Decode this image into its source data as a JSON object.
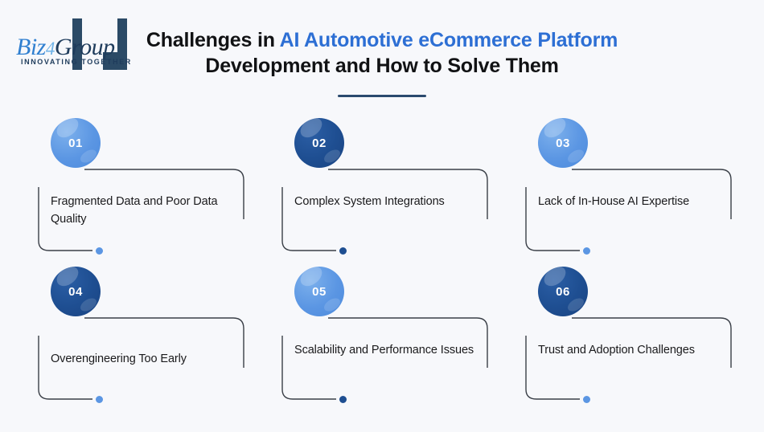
{
  "background_color": "#f7f8fb",
  "brand": {
    "logo_text_part1": "Biz",
    "logo_text_part2": "4",
    "logo_text_part3": "Group",
    "tagline": "INNOVATING TOGETHER",
    "mark_color": "#2b4a66",
    "biz_color": "#2f7fd0",
    "four_color": "#6fb3e8",
    "group_color": "#1f3c5c"
  },
  "header": {
    "title_line1_prefix": "Challenges in ",
    "title_line1_accent": "AI Automotive eCommerce Platform",
    "title_line2": "Development and How to Solve Them",
    "accent_color": "#2d6fd4",
    "title_color": "#111214",
    "underline_color": "#2b4a6e"
  },
  "colors": {
    "light_blue": "#5b96e3",
    "dark_navy": "#1e4e91",
    "connector_line": "#3a3f47",
    "text": "#1a1a1c"
  },
  "cards": [
    {
      "number": "01",
      "title": "Fragmented Data and Poor Data Quality",
      "circle_style": "light",
      "dot_style": "light",
      "lines": 2
    },
    {
      "number": "02",
      "title": "Complex System Integrations",
      "circle_style": "dark",
      "dot_style": "dark",
      "lines": 2
    },
    {
      "number": "03",
      "title": "Lack of In-House AI Expertise",
      "circle_style": "light",
      "dot_style": "light",
      "lines": 2
    },
    {
      "number": "04",
      "title": "Overengineering Too Early",
      "circle_style": "dark",
      "dot_style": "light",
      "lines": 1
    },
    {
      "number": "05",
      "title": "Scalability and Performance Issues",
      "circle_style": "light",
      "dot_style": "dark",
      "lines": 2
    },
    {
      "number": "06",
      "title": "Trust and Adoption Challenges",
      "circle_style": "dark",
      "dot_style": "light",
      "lines": 2
    }
  ]
}
